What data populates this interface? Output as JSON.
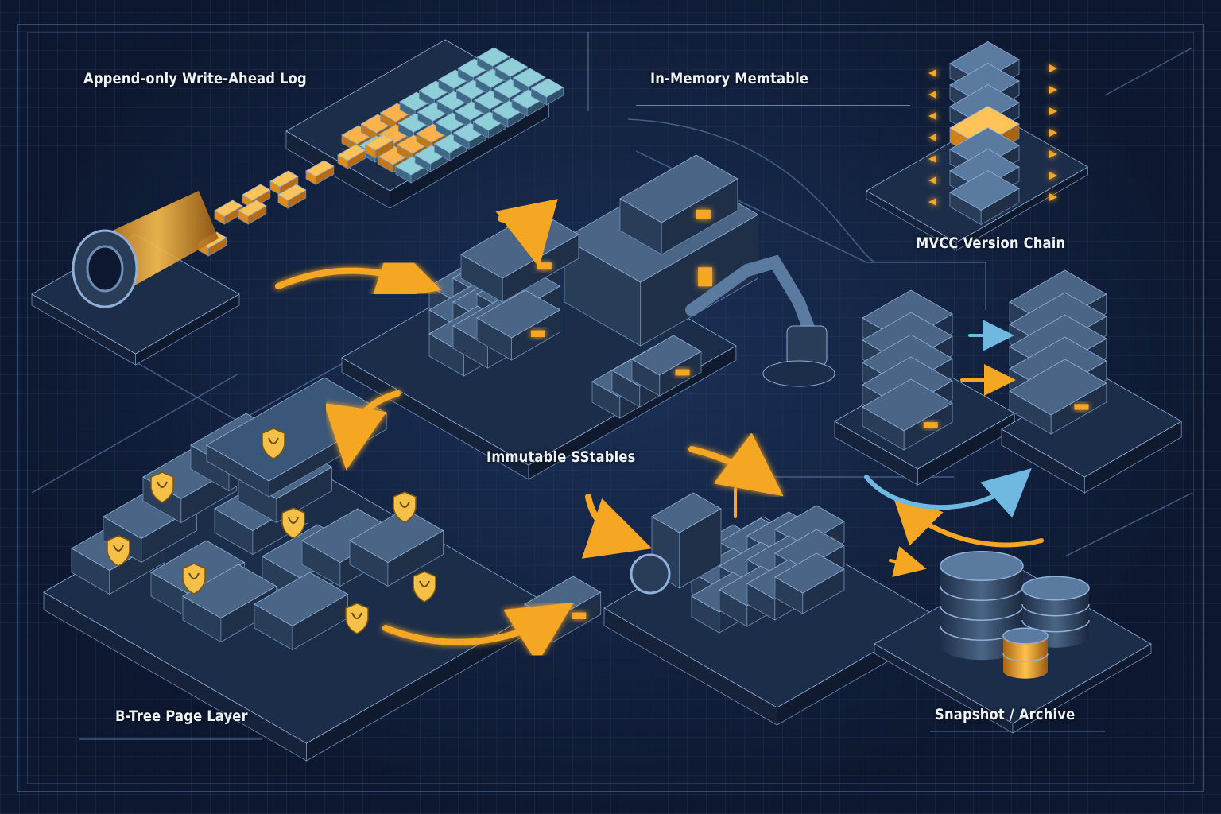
{
  "labels": {
    "wal": "Append-only Write-Ahead Log",
    "memtable": "In-Memory Memtable",
    "mvcc": "MVCC Version Chain",
    "sstables": "Immutable SStables",
    "btree": "B-Tree Page Layer",
    "snapshot": "Snapshot / Archive"
  },
  "colors": {
    "background": "#0d1830",
    "box_top": "#4a6585",
    "box_left": "#2a3d58",
    "box_right": "#1f2f47",
    "accent_orange": "#f5a623",
    "accent_glow": "#ffb84a",
    "accent_blue": "#6fb8e0",
    "memtable_cell": "#8fd0d8",
    "line": "#7fa6d8"
  },
  "icons": [
    "shield-icon",
    "database-cylinder-icon",
    "server-rack-icon",
    "robot-arm-icon",
    "arrow-icon"
  ]
}
